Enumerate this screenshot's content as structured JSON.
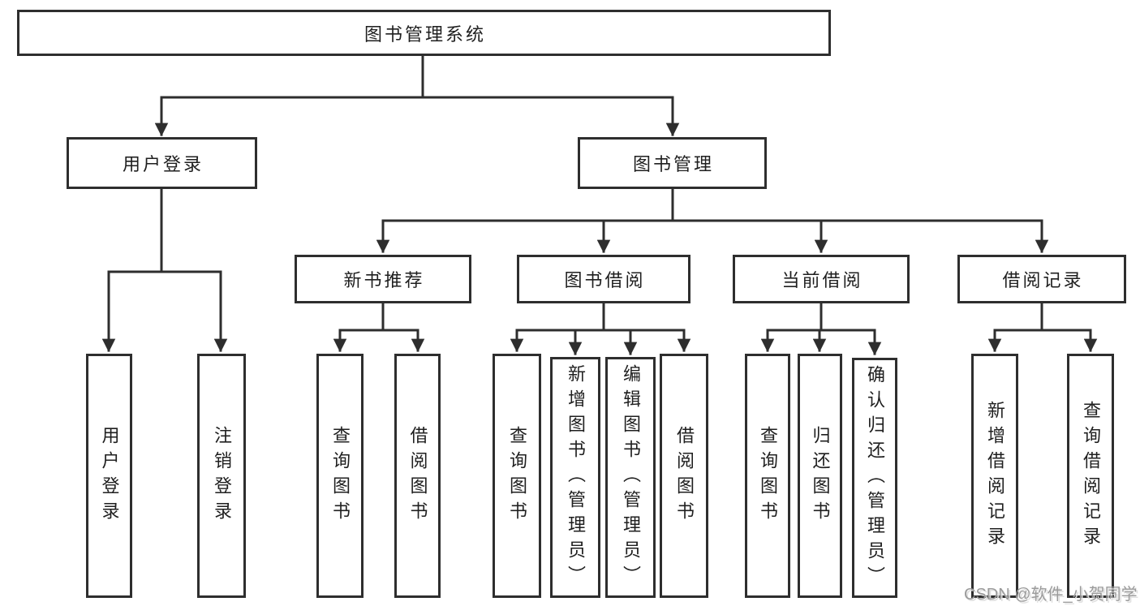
{
  "diagram_title": "图书管理系统",
  "tree": {
    "root": {
      "label": "图书管理系统"
    },
    "branches": [
      {
        "label": "用户登录",
        "children": [
          {
            "label": "用户登录"
          },
          {
            "label": "注销登录"
          }
        ]
      },
      {
        "label": "图书管理",
        "children": [
          {
            "label": "新书推荐",
            "children": [
              {
                "label": "查询图书"
              },
              {
                "label": "借阅图书"
              }
            ]
          },
          {
            "label": "图书借阅",
            "children": [
              {
                "label": "查询图书"
              },
              {
                "label": "新增图书（管理员）"
              },
              {
                "label": "编辑图书（管理员）"
              },
              {
                "label": "借阅图书"
              }
            ]
          },
          {
            "label": "当前借阅",
            "children": [
              {
                "label": "查询图书"
              },
              {
                "label": "归还图书"
              },
              {
                "label": "确认归还（管理员）"
              }
            ]
          },
          {
            "label": "借阅记录",
            "children": [
              {
                "label": "新增借阅记录"
              },
              {
                "label": "查询借阅记录"
              }
            ]
          }
        ]
      }
    ]
  },
  "watermark": {
    "text": "CSDN @软件_小贺同学"
  },
  "colors": {
    "line": "#2e2e2e",
    "text": "#1f1f1f",
    "background": "#ffffff",
    "watermark": "#9b9b9b"
  }
}
